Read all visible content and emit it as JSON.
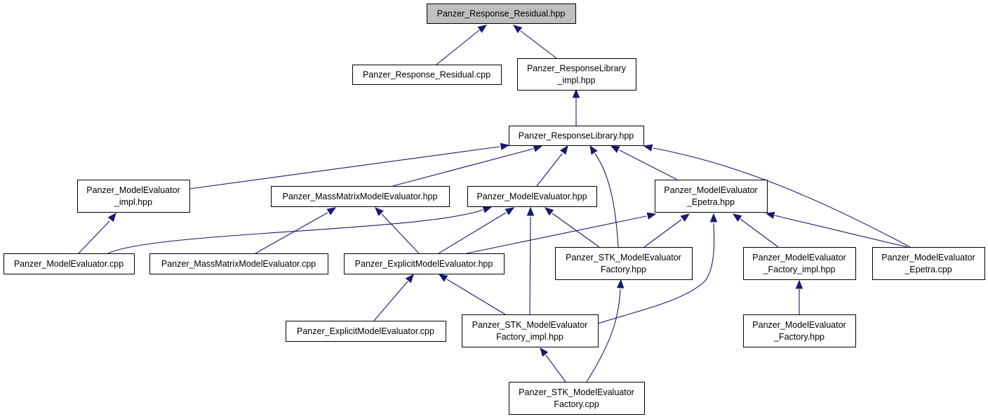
{
  "diagram": {
    "type": "include-dependency-graph",
    "colors": {
      "edge": "#191970",
      "root_fill": "#bfbfbf",
      "node_fill": "#ffffff",
      "border": "#000000"
    },
    "nodes": [
      {
        "id": "n0",
        "lines": [
          "Panzer_Response_Residual.hpp"
        ],
        "root": true
      },
      {
        "id": "n1",
        "lines": [
          "Panzer_Response_Residual.cpp"
        ]
      },
      {
        "id": "n2",
        "lines": [
          "Panzer_ResponseLibrary",
          "_impl.hpp"
        ]
      },
      {
        "id": "n3",
        "lines": [
          "Panzer_ResponseLibrary.hpp"
        ]
      },
      {
        "id": "n4",
        "lines": [
          "Panzer_ModelEvaluator",
          "_impl.hpp"
        ]
      },
      {
        "id": "n5",
        "lines": [
          "Panzer_MassMatrixModelEvaluator.hpp"
        ]
      },
      {
        "id": "n6",
        "lines": [
          "Panzer_ModelEvaluator.hpp"
        ]
      },
      {
        "id": "n7",
        "lines": [
          "Panzer_ModelEvaluator",
          "_Epetra.hpp"
        ]
      },
      {
        "id": "n8",
        "lines": [
          "Panzer_ModelEvaluator.cpp"
        ]
      },
      {
        "id": "n9",
        "lines": [
          "Panzer_MassMatrixModelEvaluator.cpp"
        ]
      },
      {
        "id": "n10",
        "lines": [
          "Panzer_ExplicitModelEvaluator.hpp"
        ]
      },
      {
        "id": "n11",
        "lines": [
          "Panzer_STK_ModelEvaluator",
          "Factory.hpp"
        ]
      },
      {
        "id": "n12",
        "lines": [
          "Panzer_ModelEvaluator",
          "_Factory_impl.hpp"
        ]
      },
      {
        "id": "n13",
        "lines": [
          "Panzer_ModelEvaluator",
          "_Epetra.cpp"
        ]
      },
      {
        "id": "n14",
        "lines": [
          "Panzer_ExplicitModelEvaluator.cpp"
        ]
      },
      {
        "id": "n15",
        "lines": [
          "Panzer_STK_ModelEvaluator",
          "Factory_impl.hpp"
        ]
      },
      {
        "id": "n16",
        "lines": [
          "Panzer_ModelEvaluator",
          "_Factory.hpp"
        ]
      },
      {
        "id": "n17",
        "lines": [
          "Panzer_STK_ModelEvaluator",
          "Factory.cpp"
        ]
      }
    ],
    "edges": [
      {
        "from": "n1",
        "to": "n0"
      },
      {
        "from": "n2",
        "to": "n0"
      },
      {
        "from": "n3",
        "to": "n2"
      },
      {
        "from": "n4",
        "to": "n3"
      },
      {
        "from": "n5",
        "to": "n3"
      },
      {
        "from": "n6",
        "to": "n3"
      },
      {
        "from": "n11",
        "to": "n3"
      },
      {
        "from": "n7",
        "to": "n3"
      },
      {
        "from": "n13",
        "to": "n3"
      },
      {
        "from": "n8",
        "to": "n4"
      },
      {
        "from": "n9",
        "to": "n5"
      },
      {
        "from": "n10",
        "to": "n5"
      },
      {
        "from": "n8",
        "to": "n6"
      },
      {
        "from": "n10",
        "to": "n6"
      },
      {
        "from": "n15",
        "to": "n6"
      },
      {
        "from": "n11",
        "to": "n6"
      },
      {
        "from": "n10",
        "to": "n7"
      },
      {
        "from": "n11",
        "to": "n7"
      },
      {
        "from": "n15",
        "to": "n7"
      },
      {
        "from": "n12",
        "to": "n7"
      },
      {
        "from": "n13",
        "to": "n7"
      },
      {
        "from": "n14",
        "to": "n10"
      },
      {
        "from": "n15",
        "to": "n10"
      },
      {
        "from": "n17",
        "to": "n11"
      },
      {
        "from": "n16",
        "to": "n12"
      },
      {
        "from": "n17",
        "to": "n15"
      }
    ]
  }
}
